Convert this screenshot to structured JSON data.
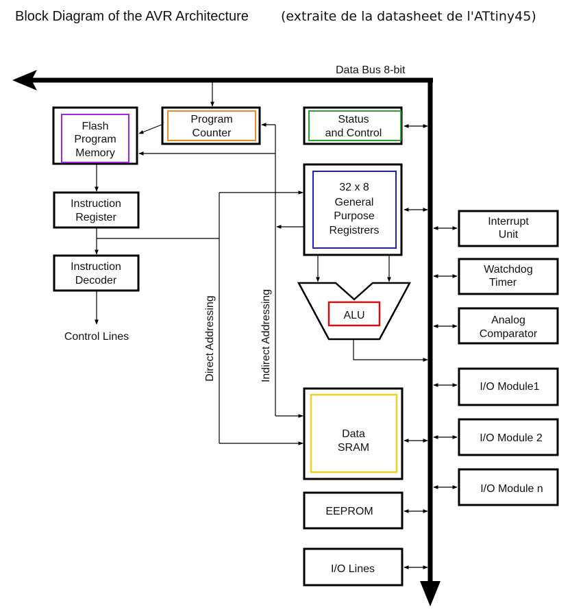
{
  "title": "Block Diagram of the AVR Architecture",
  "subtitle": "(extraite de la datasheet de l'ATtiny45)",
  "bus_label": "Data Bus 8-bit",
  "colors": {
    "flash": "#a020f0",
    "pc": "#f08a20",
    "status": "#2ea02e",
    "registers": "#1a1ad0",
    "alu": "#d01010",
    "sram": "#f0d020"
  },
  "blocks": {
    "flash": [
      "Flash",
      "Program",
      "Memory"
    ],
    "pc": [
      "Program",
      "Counter"
    ],
    "status": [
      "Status",
      "and Control"
    ],
    "registers": [
      "32 x 8",
      "General",
      "Purpose",
      "Registrers"
    ],
    "instr_reg": [
      "Instruction",
      "Register"
    ],
    "instr_dec": [
      "Instruction",
      "Decoder"
    ],
    "alu": "ALU",
    "sram": [
      "Data",
      "SRAM"
    ],
    "eeprom": "EEPROM",
    "io_lines": "I/O Lines",
    "interrupt": [
      "Interrupt",
      "Unit"
    ],
    "watchdog": [
      "Watchdog",
      "Timer"
    ],
    "analog": [
      "Analog",
      "Comparator"
    ],
    "io1": "I/O Module1",
    "io2": "I/O Module 2",
    "ion": "I/O Module n"
  },
  "labels": {
    "control_lines": "Control Lines",
    "direct": "Direct Addressing",
    "indirect": "Indirect Addressing"
  }
}
